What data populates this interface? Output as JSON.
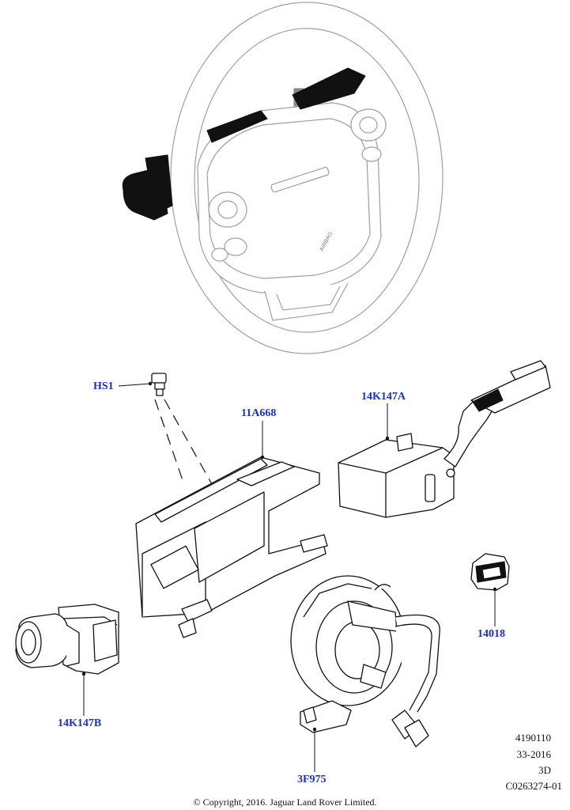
{
  "callouts": {
    "hs1": "HS1",
    "p11a668": "11A668",
    "p14k147a": "14K147A",
    "p14018": "14018",
    "p14k147b": "14K147B",
    "p3f975": "3F975"
  },
  "meta": {
    "line1": "4190110",
    "line2": "33-2016",
    "line3": "3D",
    "line4": "C0263274-01"
  },
  "copyright": "© Copyright, 2016. Jaguar Land Rover Limited.",
  "colors": {
    "callout": "#1a2fc4"
  },
  "airbag_label": "AIRBAG"
}
